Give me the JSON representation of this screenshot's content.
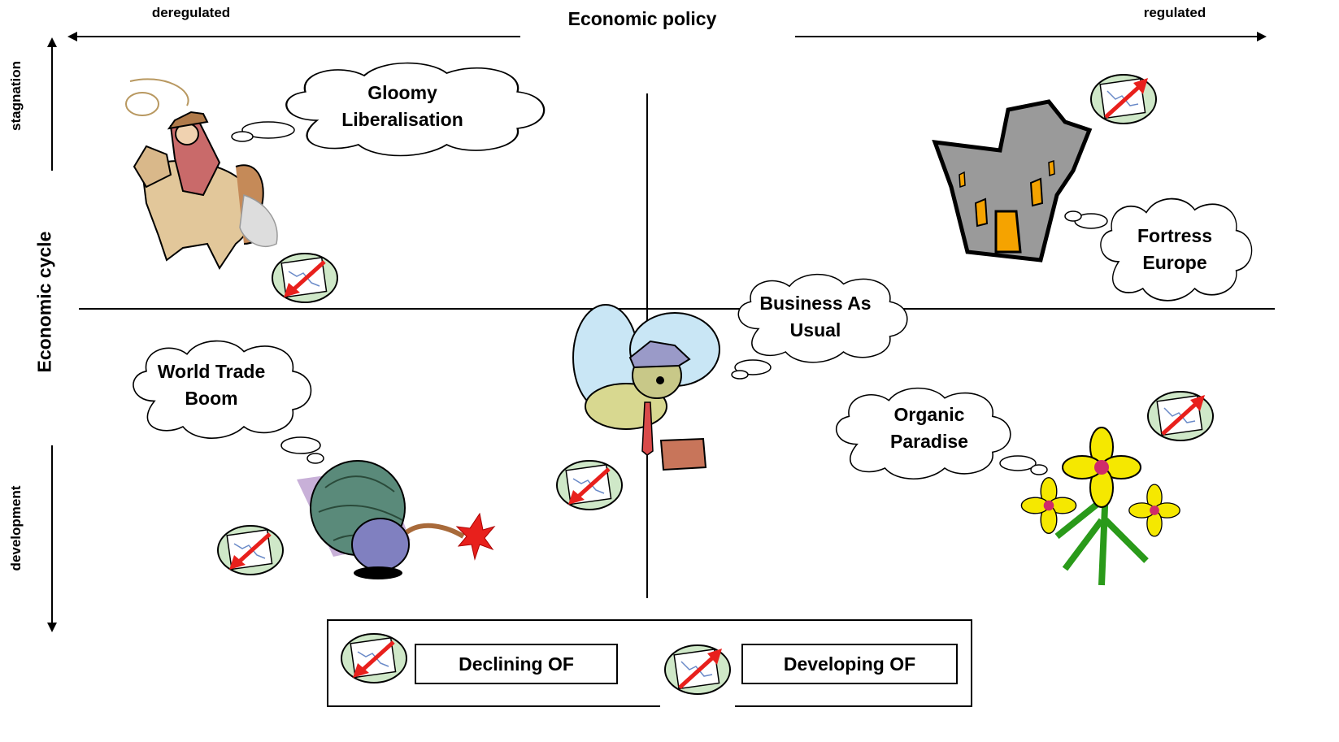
{
  "axes": {
    "x_title": "Economic policy",
    "x_left": "deregulated",
    "x_right": "regulated",
    "y_title": "Economic cycle",
    "y_top": "stagnation",
    "y_bottom": "development"
  },
  "scenarios": {
    "top_left": [
      "Gloomy",
      "Liberalisation"
    ],
    "top_right": [
      "Fortress",
      "Europe"
    ],
    "bottom_left": [
      "World Trade",
      "Boom"
    ],
    "bottom_right": [
      "Organic",
      "Paradise"
    ],
    "center": [
      "Business As",
      "Usual"
    ]
  },
  "legend": {
    "declining": "Declining OF",
    "developing": "Developing OF"
  },
  "colors": {
    "declining_arrow": "#e8201c",
    "developing_arrow": "#e8201c",
    "icon_badge": "#cfe8c8",
    "castle": "#9a9a9a",
    "flower": "#f5e800"
  }
}
